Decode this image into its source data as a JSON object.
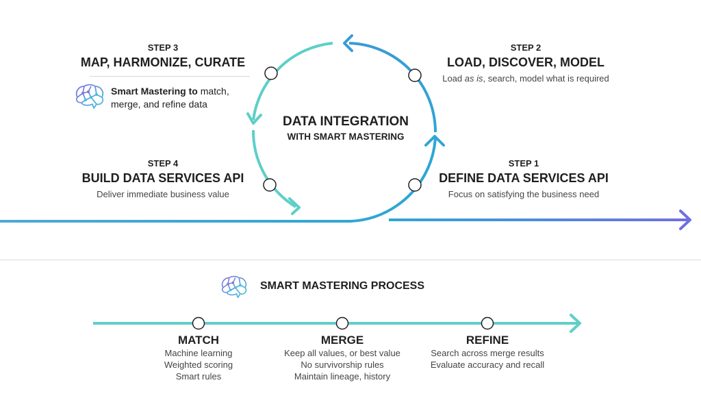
{
  "cycle": {
    "title": "DATA INTEGRATION",
    "subtitle": "WITH SMART MASTERING",
    "colors": {
      "teal": "#5ecfc7",
      "blue": "#2ea6d6",
      "purple": "#6f6fe0"
    }
  },
  "steps": [
    {
      "number": "STEP 1",
      "title": "DEFINE DATA SERVICES API",
      "description": "Focus on satisfying the business need"
    },
    {
      "number": "STEP 2",
      "title": "LOAD, DISCOVER, MODEL",
      "description_pre": "Load ",
      "description_em": "as is",
      "description_post": ", search, model what is required"
    },
    {
      "number": "STEP 3",
      "title": "MAP, HARMONIZE, CURATE",
      "description_bold": "Smart Mastering to",
      "description_rest_1": " match,",
      "description_rest_2": "merge, and refine data",
      "icon": "brain-network-icon"
    },
    {
      "number": "STEP 4",
      "title": "BUILD DATA SERVICES API",
      "description": "Deliver immediate business value"
    }
  ],
  "process": {
    "title": "SMART MASTERING PROCESS",
    "icon": "brain-network-icon",
    "stages": [
      {
        "title": "MATCH",
        "lines": [
          "Machine learning",
          "Weighted scoring",
          "Smart rules"
        ]
      },
      {
        "title": "MERGE",
        "lines": [
          "Keep all values, or best value",
          "No survivorship rules",
          "Maintain lineage, history"
        ]
      },
      {
        "title": "REFINE",
        "lines": [
          "Search across merge results",
          "Evaluate accuracy and recall"
        ]
      }
    ]
  }
}
